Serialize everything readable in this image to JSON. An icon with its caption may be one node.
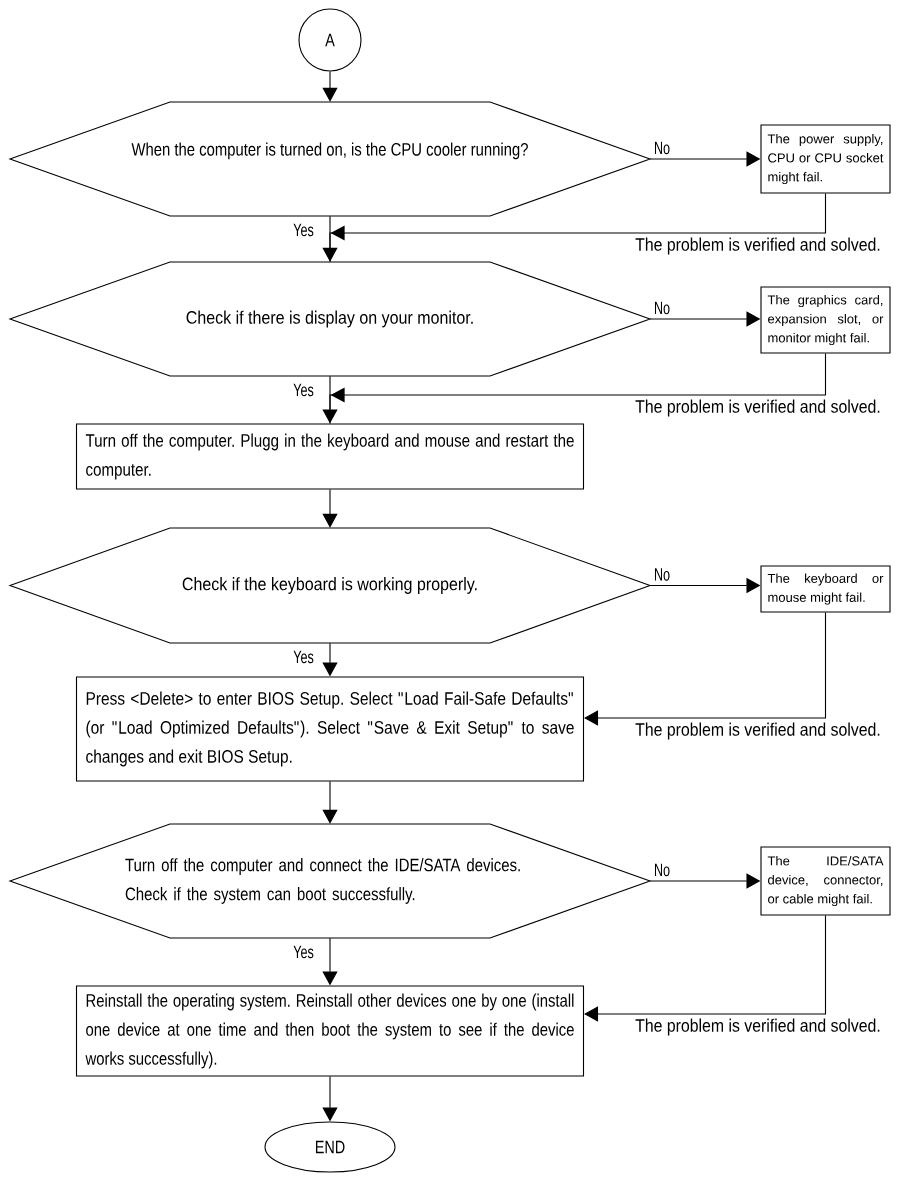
{
  "diagram": {
    "nodes": [
      {
        "text": [
          "A"
        ]
      },
      {
        "text": [
          "When the computer is turned on, is the CPU cooler running?"
        ]
      },
      {
        "text": [
          "The power supply, CPU or CPU socket might fail."
        ]
      },
      {
        "text": [
          "Check if there is display on your monitor."
        ]
      },
      {
        "text": [
          "The graphics card, expansion slot, or monitor might fail."
        ]
      },
      {
        "text": [
          "Turn off the computer. Plugg in the keyboard and mouse and restart the computer."
        ]
      },
      {
        "text": [
          "Check if the keyboard is working properly."
        ]
      },
      {
        "text": [
          "The keyboard or mouse might fail."
        ]
      },
      {
        "text": [
          "Press <Delete> to enter BIOS Setup. Select \"Load Fail-Safe Defaults\" (or \"Load Optimized Defaults\"). Select \"Save & Exit Setup\" to save changes and exit BIOS Setup."
        ]
      },
      {
        "text": [
          "Turn off the computer and connect the IDE/SATA devices. Check if the system can boot successfully."
        ]
      },
      {
        "text": [
          "The IDE/SATA device, connector, or cable might fail."
        ]
      },
      {
        "text": [
          "Reinstall the operating system. Reinstall other devices one by one (install one device at one time and then boot the system to see if the device works successfully)."
        ]
      },
      {
        "text": [
          "END"
        ]
      }
    ],
    "edges": [
      {
        "from": 0,
        "to": 1,
        "arrow": "to"
      },
      {
        "from": 1,
        "to": 2,
        "arrow": "to",
        "label": "No"
      },
      {
        "from": 1,
        "to": 3,
        "arrow": "to",
        "label": "Yes"
      },
      {
        "from": 2,
        "to": 3,
        "arrow": "to",
        "label": "The problem is verified and solved."
      },
      {
        "from": 3,
        "to": 4,
        "arrow": "to",
        "label": "No"
      },
      {
        "from": 3,
        "to": 5,
        "arrow": "to",
        "label": "Yes"
      },
      {
        "from": 4,
        "to": 5,
        "arrow": "to",
        "label": "The problem is verified and solved."
      },
      {
        "from": 5,
        "to": 6,
        "arrow": "to"
      },
      {
        "from": 6,
        "to": 7,
        "arrow": "to",
        "label": "No"
      },
      {
        "from": 6,
        "to": 8,
        "arrow": "to",
        "label": "Yes"
      },
      {
        "from": 7,
        "to": 8,
        "arrow": "to",
        "label": "The problem is verified and solved."
      },
      {
        "from": 8,
        "to": 9,
        "arrow": "to"
      },
      {
        "from": 9,
        "to": 10,
        "arrow": "to",
        "label": "No"
      },
      {
        "from": 9,
        "to": 11,
        "arrow": "to",
        "label": "Yes"
      },
      {
        "from": 10,
        "to": 11,
        "arrow": "to",
        "label": "The problem is verified and solved."
      },
      {
        "from": 11,
        "to": 12,
        "arrow": "to"
      }
    ]
  }
}
